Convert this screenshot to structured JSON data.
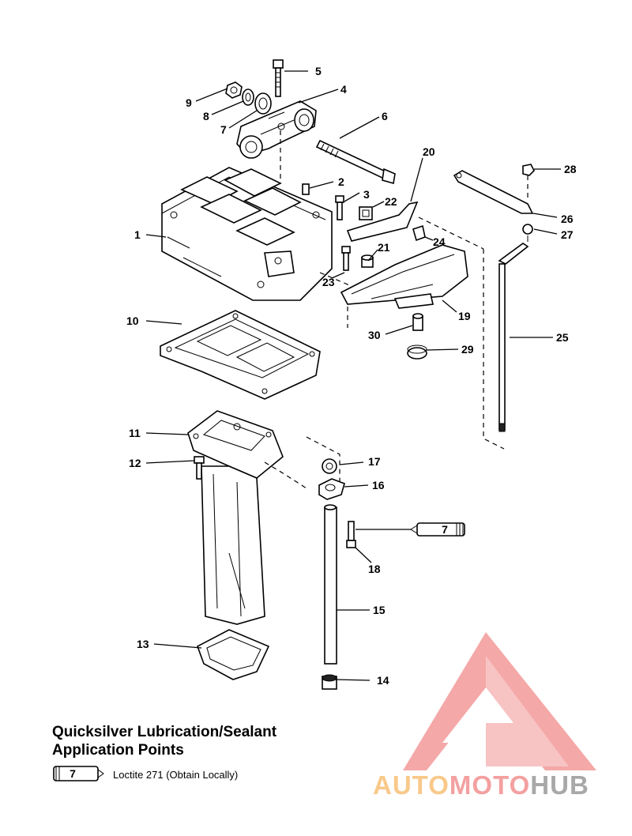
{
  "callouts": [
    "1",
    "2",
    "3",
    "4",
    "5",
    "6",
    "7",
    "8",
    "9",
    "10",
    "11",
    "12",
    "13",
    "14",
    "15",
    "16",
    "17",
    "18",
    "19",
    "20",
    "21",
    "22",
    "23",
    "24",
    "25",
    "26",
    "27",
    "28",
    "29",
    "30"
  ],
  "legend": {
    "title_line1": "Quicksilver Lubrication/Sealant",
    "title_line2": "Application Points",
    "tube_number": "7",
    "item_text": "Loctite 271 (Obtain Locally)"
  },
  "sealant_tag": "7",
  "watermark": {
    "part1": "AUTO",
    "part2": "MOTO",
    "part3": "HUB",
    "colors": {
      "auto": "#f9c98a",
      "moto": "#f4a0a0",
      "hub": "#a8a8a8",
      "logo": "#f28b8b"
    }
  }
}
